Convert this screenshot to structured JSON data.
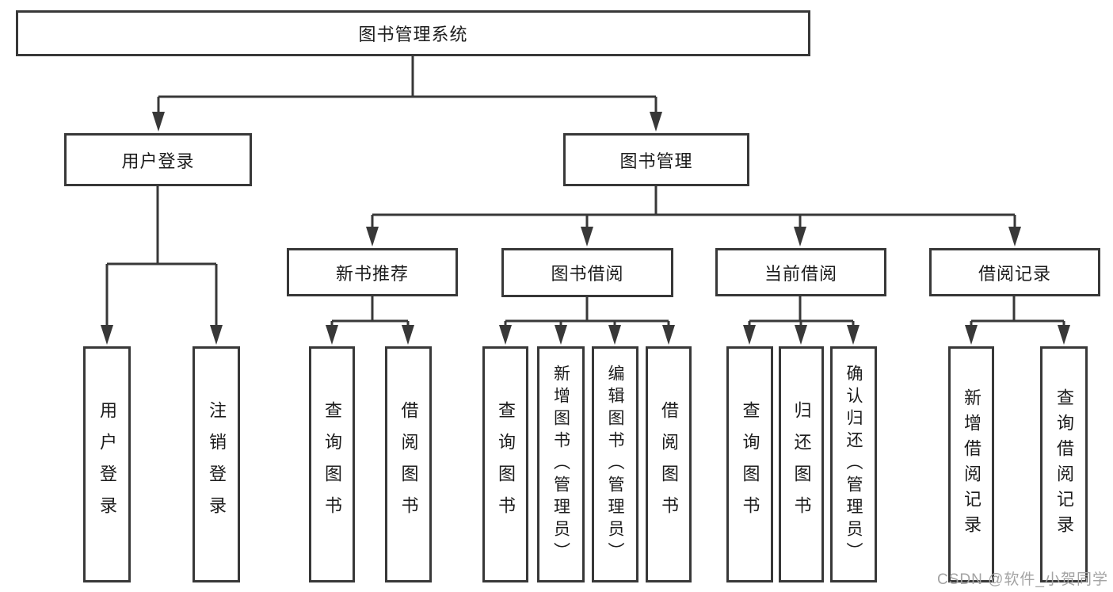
{
  "tree": {
    "root": {
      "label": "图书管理系统"
    },
    "user_branch": {
      "label": "用户登录",
      "children": [
        "用户登录",
        "注销登录"
      ]
    },
    "book_branch": {
      "label": "图书管理",
      "groups": [
        {
          "label": "新书推荐",
          "children": [
            "查询图书",
            "借阅图书"
          ]
        },
        {
          "label": "图书借阅",
          "children": [
            "查询图书",
            "新增图书（管理员）",
            "编辑图书（管理员）",
            "借阅图书"
          ]
        },
        {
          "label": "当前借阅",
          "children": [
            "查询图书",
            "归还图书",
            "确认归还（管理员）"
          ]
        },
        {
          "label": "借阅记录",
          "children": [
            "新增借阅记录",
            "查询借阅记录"
          ]
        }
      ]
    }
  },
  "watermark": "CSDN @软件_小贺同学",
  "colors": {
    "line": "#383838",
    "text": "#1c1c1c",
    "watermark": "#a3a3a3",
    "background": "#ffffff"
  }
}
